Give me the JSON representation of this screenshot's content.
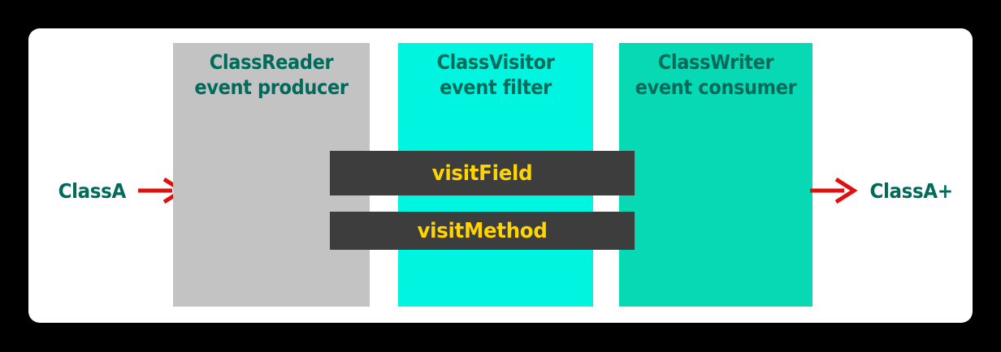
{
  "diagram": {
    "title_implicit": "ASM ClassReader / ClassVisitor / ClassWriter event pipeline",
    "background_color": "#000000",
    "card_color": "#ffffff",
    "flow": {
      "input_label": "ClassA",
      "output_label": "ClassA+",
      "arrow_color": "#e01010",
      "input_arrow_icon": "arrow-right-icon",
      "output_arrow_icon": "arrow-right-icon"
    },
    "columns": [
      {
        "id": "class-reader",
        "name": "ClassReader",
        "role": "event producer",
        "label": "ClassReader\nevent producer",
        "fill": "#c3c3c3",
        "text_color": "#006b5b"
      },
      {
        "id": "class-visitor",
        "name": "ClassVisitor",
        "role": "event filter",
        "label": "ClassVisitor\nevent filter",
        "fill": "#00f5e0",
        "text_color": "#006b5b"
      },
      {
        "id": "class-writer",
        "name": "ClassWriter",
        "role": "event consumer",
        "label": "ClassWriter\nevent consumer",
        "fill": "#07d9b4",
        "text_color": "#006b5b"
      }
    ],
    "method_bars": [
      {
        "id": "visit-field",
        "label": "visitField",
        "fill": "#3d3d3d",
        "text_color": "#ffd400"
      },
      {
        "id": "visit-method",
        "label": "visitMethod",
        "fill": "#3d3d3d",
        "text_color": "#ffd400"
      }
    ]
  }
}
